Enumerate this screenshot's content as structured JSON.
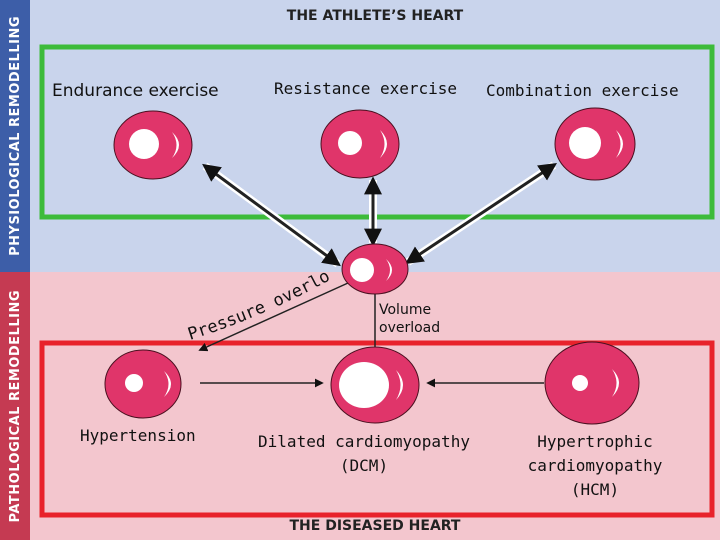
{
  "side_labels": {
    "top": "PHYSIOLOGICAL REMODELLING",
    "bottom": "PATHOLOGICAL REMODELLING"
  },
  "titles": {
    "top": "THE ATHLETE’S HEART",
    "bottom": "THE DISEASED HEART"
  },
  "exercise_labels": {
    "endurance": "Endurance exercise",
    "resistance": "Resistance exercise",
    "combination": "Combination exercise"
  },
  "overload_labels": {
    "pressure": "Pressure overload",
    "volume": "Volume overload"
  },
  "disease_labels": {
    "hypertension": "Hypertension",
    "dcm": "Dilated cardiomyopathy (DCM)",
    "hcm": "Hypertrophic cardiomyopathy (HCM)"
  },
  "colors": {
    "physiological_bg": "#c9d4ec",
    "pathological_bg": "#f3c6ce",
    "physiological_strip": "#3d5ea8",
    "pathological_strip": "#c53a52",
    "green_box": "#3dbb3a",
    "red_box": "#e8222b",
    "heart_fill": "#e0356a",
    "chamber_fill": "#ffffff"
  },
  "icons": {
    "heart": "heart-cross-section-icon",
    "arrow": "double-arrow-icon"
  }
}
